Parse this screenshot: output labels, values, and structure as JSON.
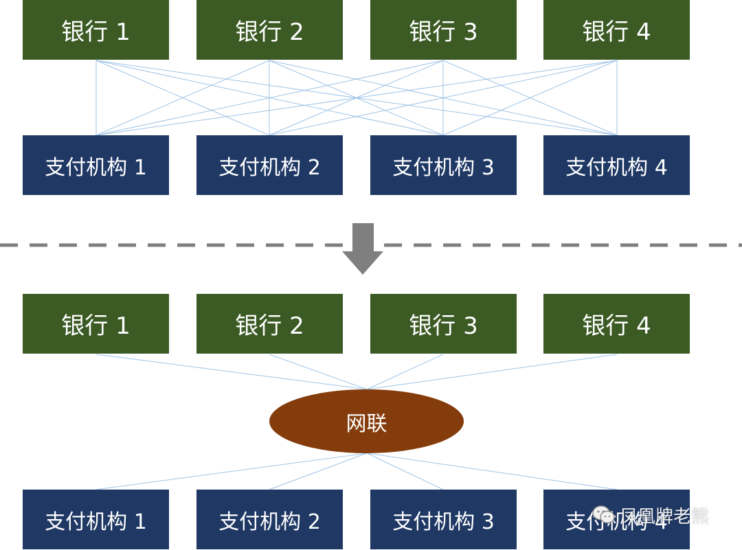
{
  "top": {
    "banks": [
      "银行 1",
      "银行 2",
      "银行 3",
      "银行 4"
    ],
    "payments": [
      "支付机构 1",
      "支付机构 2",
      "支付机构 3",
      "支付机构 4"
    ]
  },
  "bottom": {
    "banks": [
      "银行 1",
      "银行 2",
      "银行 3",
      "银行 4"
    ],
    "hub_label": "网联",
    "payments": [
      "支付机构 1",
      "支付机构 2",
      "支付机构 3",
      "支付机构 4"
    ]
  },
  "watermark": {
    "icon": "wechat-icon",
    "text": "凤凰牌老熊"
  },
  "colors": {
    "bank": "#3b5a24",
    "payment": "#1f3864",
    "hub": "#843c0c",
    "connector": "#9dc3e6",
    "divider": "#7f7f7f",
    "arrow": "#7f7f7f"
  }
}
